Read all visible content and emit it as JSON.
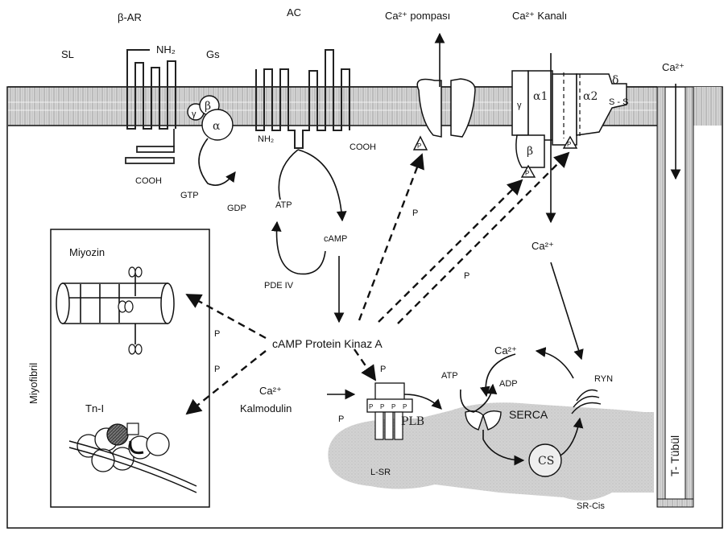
{
  "labels": {
    "beta_ar": "β-AR",
    "ac": "AC",
    "ca_pump": "Ca²⁺ pompası",
    "ca_channel": "Ca²⁺ Kanalı",
    "sl": "SL",
    "nh2_top": "NH₂",
    "gs": "Gs",
    "ca_ttubule": "Ca²⁺",
    "nh2_ac": "NH₂",
    "cooh_ac": "COOH",
    "cooh_bar": "COOH",
    "gtp": "GTP",
    "gdp": "GDP",
    "atp_ac": "ATP",
    "camp": "cAMP",
    "pde": "PDE IV",
    "p_pump": "P",
    "p_channel": "P",
    "ca_cyto": "Ca²⁺",
    "miyozin": "Miyozin",
    "pka": "cAMP Protein Kinaz A",
    "p_miyozin": "P",
    "p_tni": "P",
    "p_plb_top": "P",
    "ca_serca": "Ca²⁺",
    "atp_serca": "ATP",
    "adp": "ADP",
    "ryn": "RYN",
    "ca_kalmodulin": "Ca²⁺",
    "kalmodulin": "Kalmodulin",
    "p_kalmodulin": "P",
    "plb": "PLB",
    "serca": "SERCA",
    "tn_i": "Tn-I",
    "cs": "CS",
    "l_sr": "L-SR",
    "sr_cis": "SR-Cis",
    "miyofibril": "Miyofibril",
    "t_tubul": "T- Tübül",
    "alpha": "α",
    "beta": "β",
    "gamma": "γ",
    "alpha1": "α1",
    "alpha2": "α2",
    "delta": "δ",
    "ss": "S - S",
    "p_small": "P"
  }
}
